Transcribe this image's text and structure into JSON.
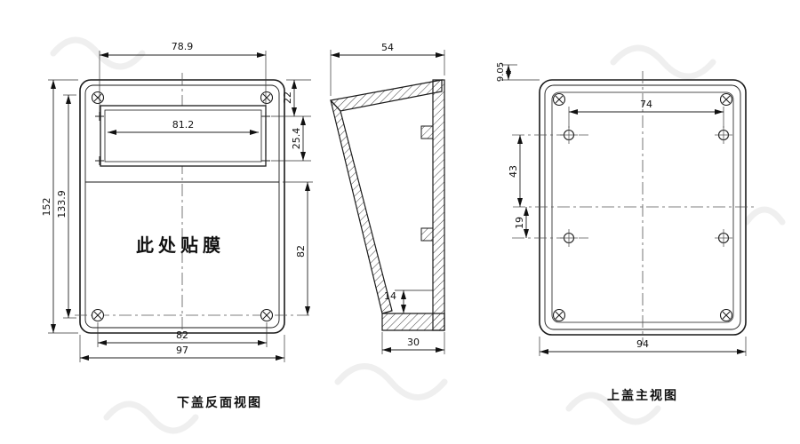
{
  "captions": {
    "left_view": "下盖反面视图",
    "right_view": "上盖主视图"
  },
  "left_view": {
    "film_note": "此处贴膜",
    "dim_top_width": "78.9",
    "dim_edge_offset": "22",
    "dim_window_width": "81.2",
    "dim_window_height": "25.4",
    "dim_overall_height": "152",
    "dim_inner_height": "133.9",
    "dim_lower_height": "82",
    "dim_screw_spacing": "82",
    "dim_overall_width": "97"
  },
  "section_view": {
    "dim_top_depth": "54",
    "dim_bottom_thickness": "14",
    "dim_bottom_depth": "30"
  },
  "right_view": {
    "dim_edge_offset": "9.05",
    "dim_hole_spacing_h": "74",
    "dim_hole_to_center": "43",
    "dim_center_to_hole": "19",
    "dim_overall_width": "94"
  }
}
